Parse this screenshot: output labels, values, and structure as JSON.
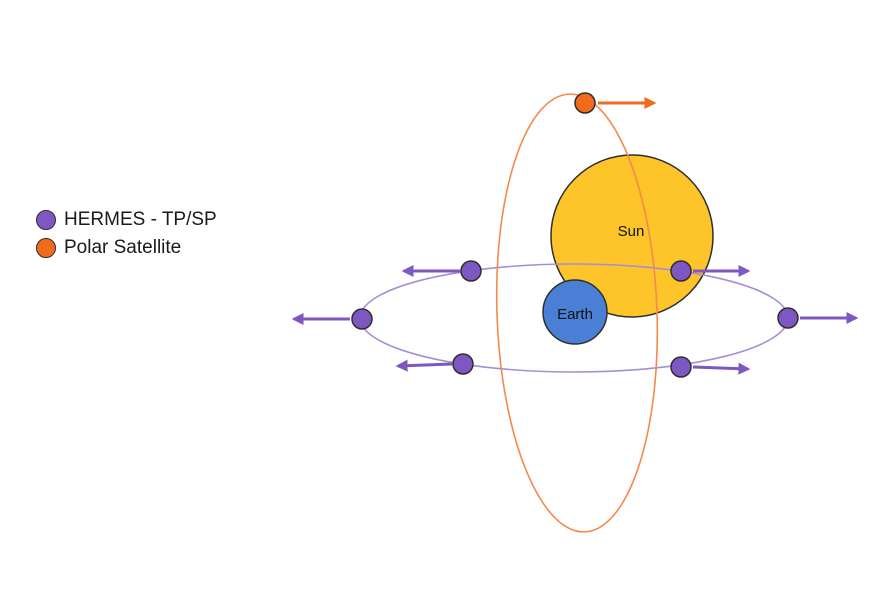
{
  "legend": {
    "items": [
      {
        "label": "HERMES - TP/SP",
        "color": "#7e57c2"
      },
      {
        "label": "Polar Satellite",
        "color": "#f26a1b"
      }
    ]
  },
  "bodies": {
    "sun": {
      "label": "Sun",
      "color": "#fdc52a"
    },
    "earth": {
      "label": "Earth",
      "color": "#4a7fd6"
    }
  },
  "colors": {
    "equatorial_orbit": "#a58fd4",
    "polar_orbit": "#f5894a",
    "hermes_arrow": "#7e57c2",
    "polar_arrow": "#f26a1b",
    "outline": "#2e2e2e"
  }
}
